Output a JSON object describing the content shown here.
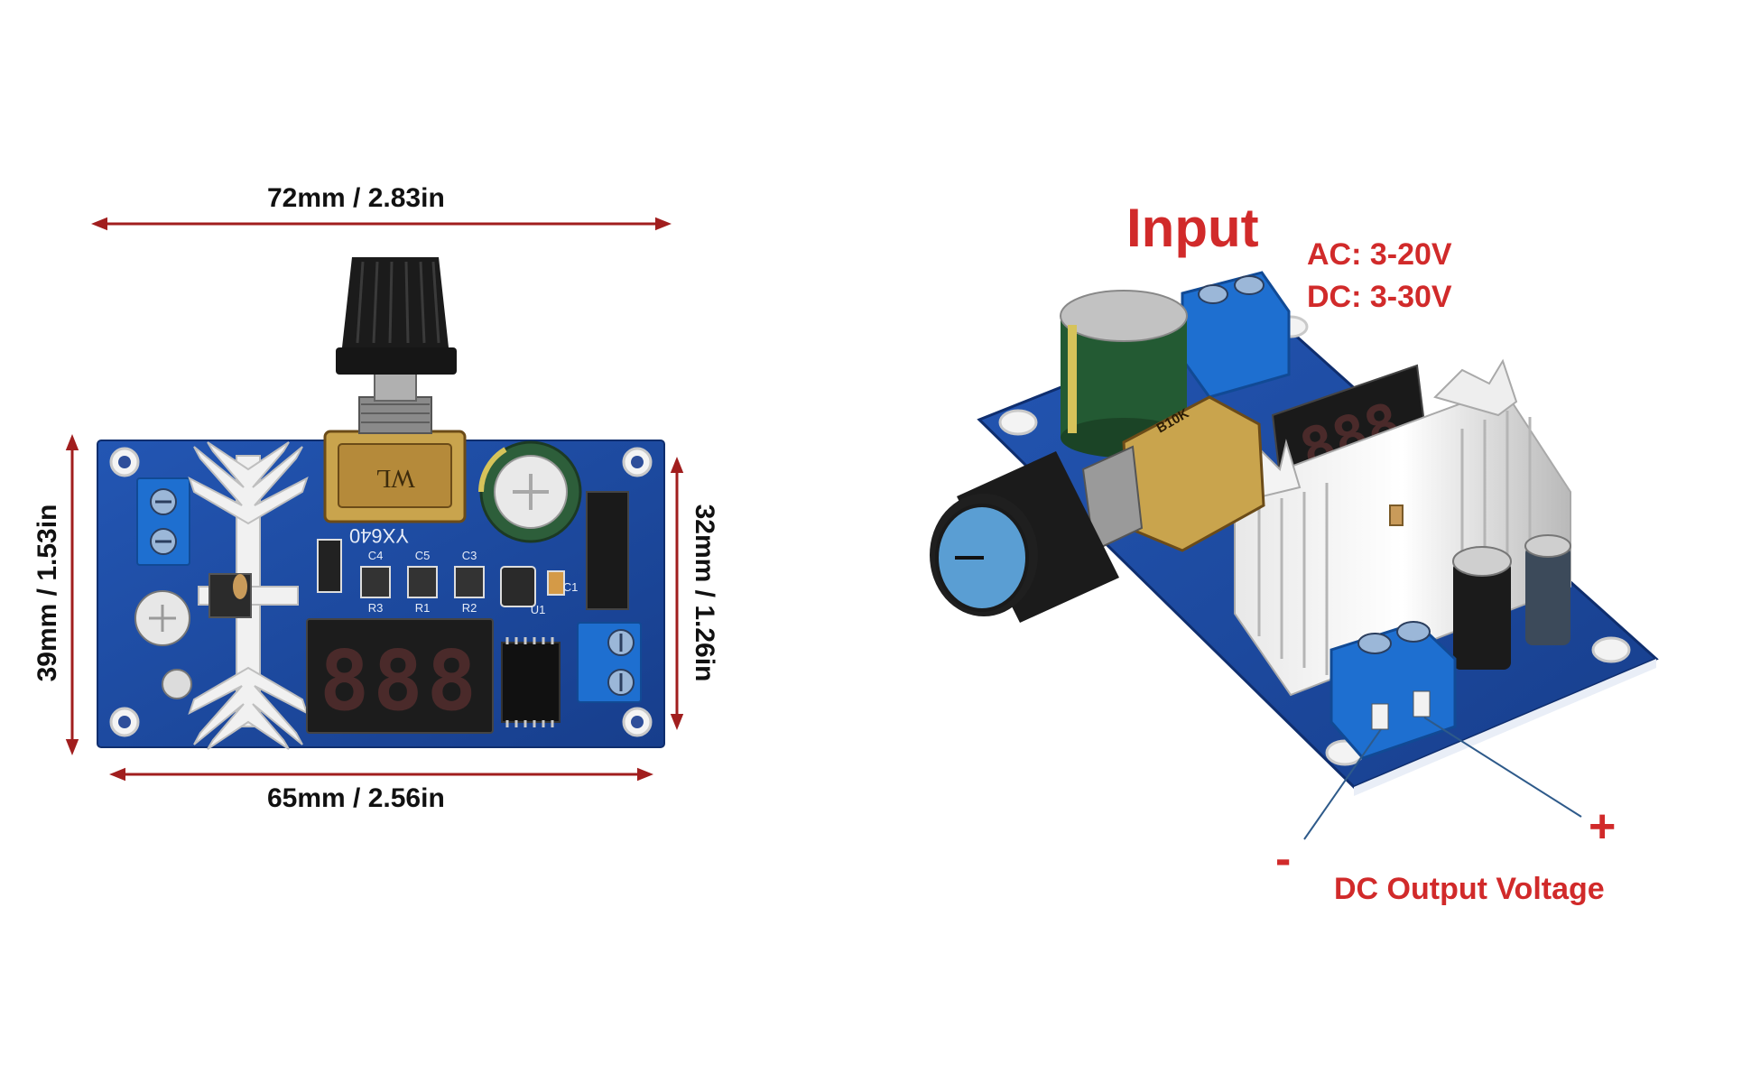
{
  "left_board": {
    "width_top": "72mm  /  2.83in",
    "width_bottom": "65mm  /  2.56in",
    "height_left": "39mm  /  1.53in",
    "height_right": "32mm  /  1.26in",
    "silk_model": "YX640",
    "silk_r_labels": [
      "R3",
      "R1",
      "R2"
    ],
    "silk_c_labels": [
      "C4",
      "C5",
      "C3"
    ],
    "silk_u1": "U1",
    "silk_c1": "C1",
    "pot_label": "WL",
    "display_digits": "888"
  },
  "right_board": {
    "input_title": "Input",
    "ac_spec": "AC: 3-20V",
    "dc_spec": "DC: 3-30V",
    "output_label": "DC Output Voltage",
    "minus_sign": "-",
    "plus_sign": "+",
    "pot_marking": "B10K",
    "display_digits": "888"
  },
  "colors": {
    "pcb_blue": "#1d4aa0",
    "dimension_arrow": "#a11e1e",
    "annotation_red": "#d12a2a",
    "terminal_blue": "#1e6fd0"
  }
}
